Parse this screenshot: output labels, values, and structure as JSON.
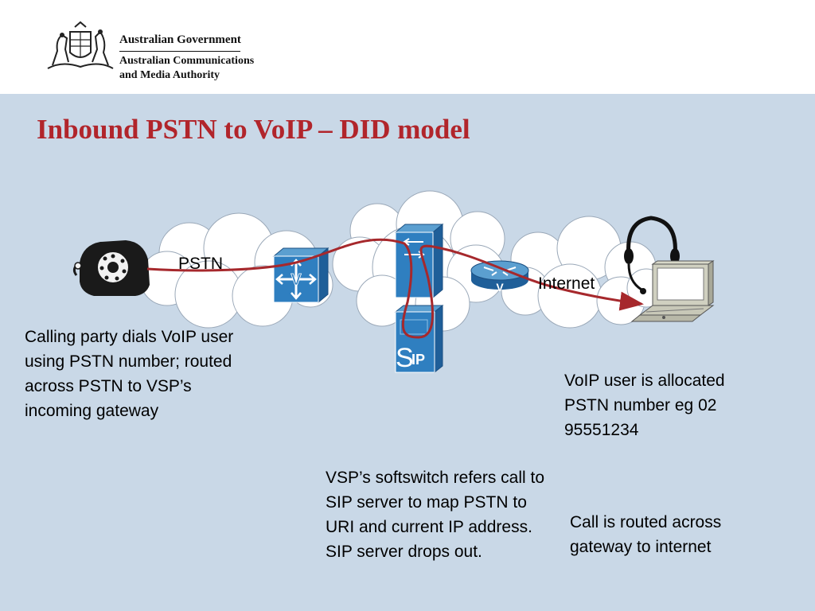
{
  "header": {
    "gov_title": "Australian Government",
    "authority_line1": "Australian Communications",
    "authority_line2": "and Media Authority"
  },
  "slide": {
    "title": "Inbound PSTN to VoIP – DID model"
  },
  "diagram": {
    "pstn_label": "PSTN",
    "internet_label": "Internet",
    "gateway_letter": "V",
    "router_letter": "V",
    "sip_label": "IP",
    "sip_s": "S",
    "line_color": "#a6282c",
    "cloud_color": "#ffffff"
  },
  "notes": {
    "calling_party": "Calling party dials VoIP user using PSTN number; routed across PSTN to VSP’s incoming gateway",
    "softswitch": "VSP’s softswitch refers call to SIP server to map PSTN to URI and current IP address. SIP server drops out.",
    "voip_user": "VoIP user is allocated PSTN number eg 02 95551234",
    "routing": "Call is routed across gateway to internet"
  }
}
